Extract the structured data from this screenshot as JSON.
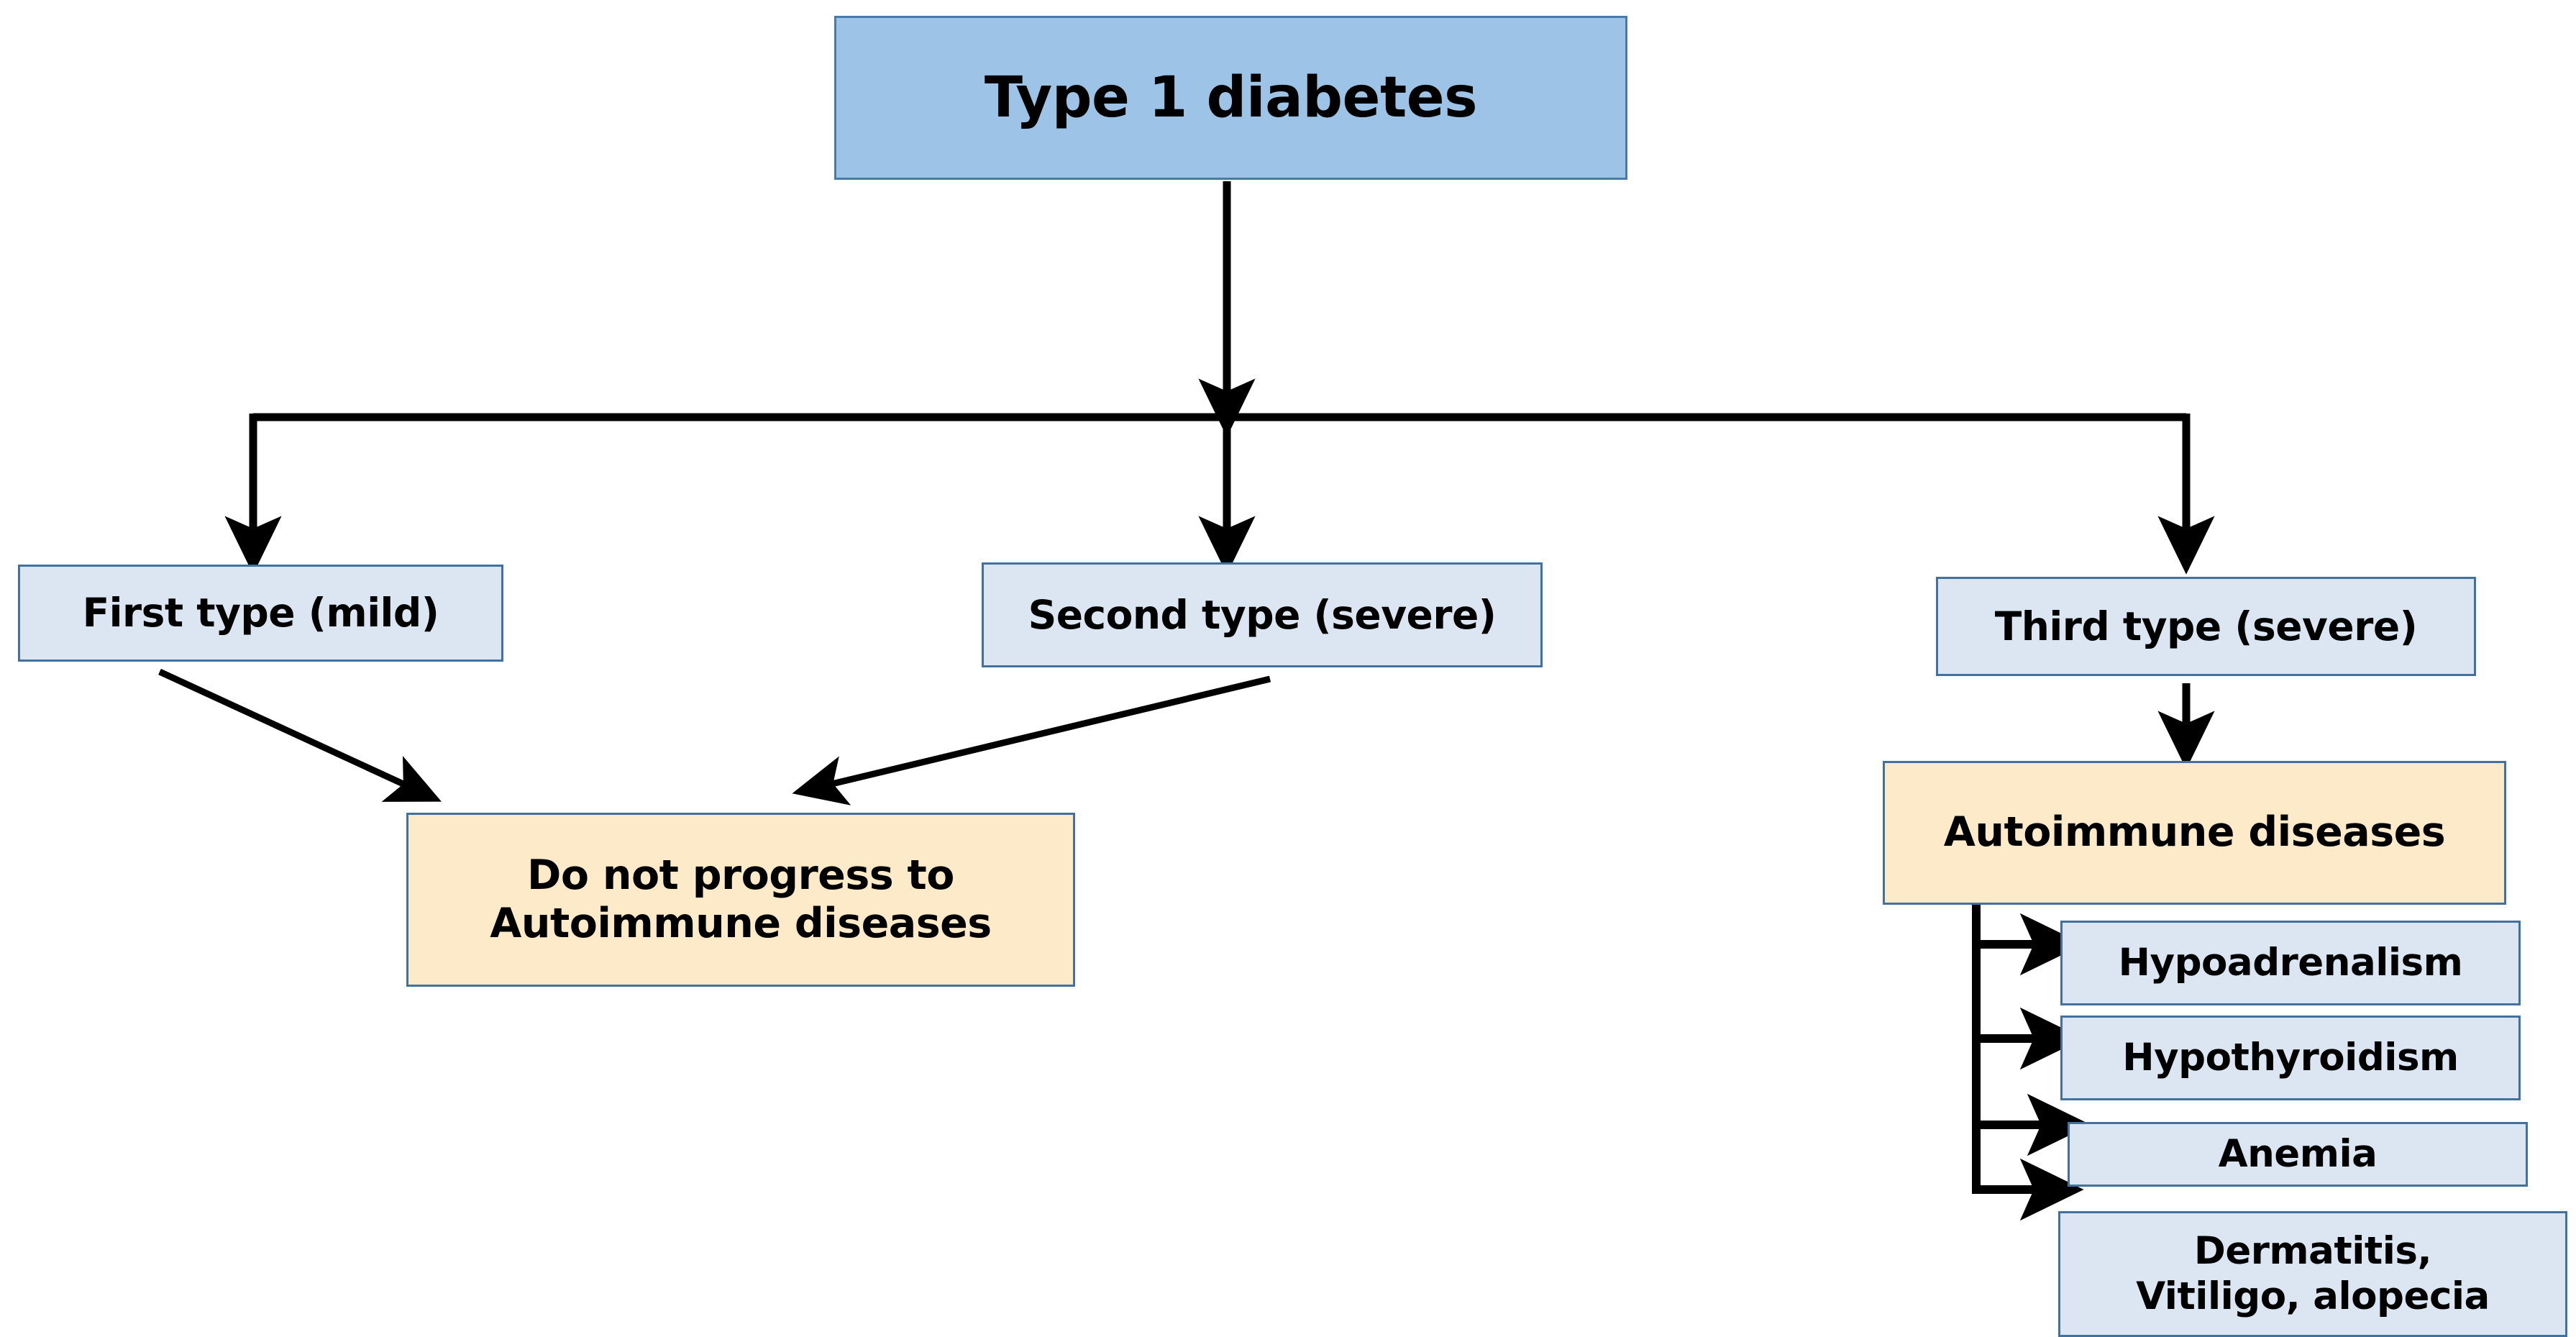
{
  "diagram": {
    "title": "Type 1 diabetes classification flowchart",
    "colors": {
      "root_fill": "#9dc3e6",
      "root_border": "#4a7aa7",
      "node_fill": "#dce6f2",
      "node_border": "#41719c",
      "highlight_fill": "#fdeac8",
      "connector": "#000000",
      "background": "#ffffff"
    },
    "nodes": {
      "root": "Type 1 diabetes",
      "first_type": "First type (mild)",
      "second_type": "Second type (severe)",
      "third_type": "Third type (severe)",
      "no_progress": "Do not progress to\nAutoimmune diseases",
      "autoimmune": "Autoimmune diseases",
      "hypoadrenalism": "Hypoadrenalism",
      "hypothyroidism": "Hypothyroidism",
      "anemia": "Anemia",
      "dermatitis": "Dermatitis,\nVitiligo, alopecia"
    },
    "edges": [
      {
        "from": "root",
        "to": "first_type",
        "style": "orthogonal-arrow"
      },
      {
        "from": "root",
        "to": "second_type",
        "style": "orthogonal-arrow"
      },
      {
        "from": "root",
        "to": "third_type",
        "style": "orthogonal-arrow"
      },
      {
        "from": "first_type",
        "to": "no_progress",
        "style": "diagonal-arrow"
      },
      {
        "from": "second_type",
        "to": "no_progress",
        "style": "diagonal-arrow"
      },
      {
        "from": "third_type",
        "to": "autoimmune",
        "style": "straight-arrow"
      },
      {
        "from": "autoimmune",
        "to": "hypoadrenalism",
        "style": "elbow-arrow"
      },
      {
        "from": "autoimmune",
        "to": "hypothyroidism",
        "style": "elbow-arrow"
      },
      {
        "from": "autoimmune",
        "to": "anemia",
        "style": "elbow-arrow"
      },
      {
        "from": "autoimmune",
        "to": "dermatitis",
        "style": "elbow-arrow"
      }
    ]
  }
}
